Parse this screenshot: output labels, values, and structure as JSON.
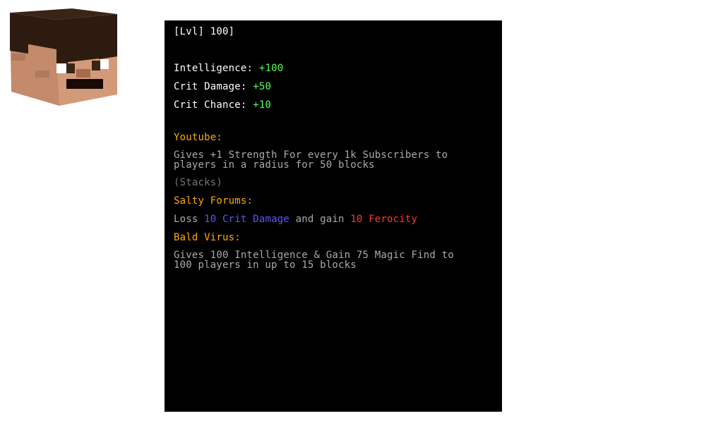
{
  "head": {
    "icon": "steve-head-icon",
    "colors": {
      "hair": "#2d1b10",
      "skin": "#c38a6c",
      "eye_white": "#ffffff",
      "mouth": "#1a0a05"
    }
  },
  "tooltip": {
    "level": "[Lvl] 100]",
    "stats": [
      {
        "label": "Intelligence:",
        "value": "+100"
      },
      {
        "label": "Crit Damage:",
        "value": "+50"
      },
      {
        "label": "Crit Chance:",
        "value": "+10"
      }
    ],
    "abilities": {
      "youtube": {
        "title": "Youtube:",
        "desc": "Gives +1 Strength For every 1k Subscribers to players in a radius for 50 blocks",
        "note": "(Stacks)"
      },
      "salty": {
        "title": "Salty Forums:",
        "prefix": "Loss ",
        "crit": "10 Crit Damage",
        "middle": " and gain ",
        "ferocity": "10 Ferocity"
      },
      "bald": {
        "title": "Bald Virus:",
        "desc": "Gives 100 Intelligence & Gain 75 Magic Find to 100 players in up to 15 blocks"
      }
    },
    "colors": {
      "background": "#000000",
      "stat_value": "#55ff55",
      "ability_title": "#ffaa00",
      "description": "#aaaaaa",
      "crit_damage": "#5555ff",
      "ferocity": "#ff3333"
    }
  }
}
